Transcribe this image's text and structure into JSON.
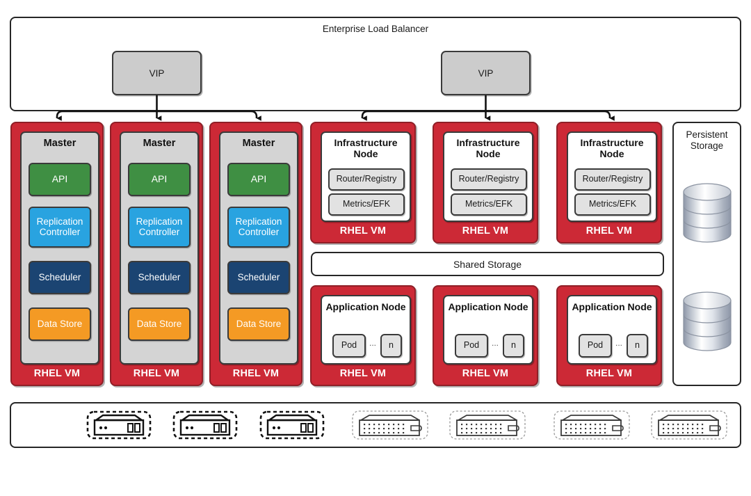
{
  "diagram": {
    "load_balancer": {
      "title": "Enterprise Load Balancer",
      "vips": [
        {
          "label": "VIP"
        },
        {
          "label": "VIP"
        }
      ]
    },
    "vm_label": "RHEL VM",
    "masters": [
      {
        "title": "Master",
        "components": [
          {
            "label": "API",
            "color": "#3f8f43"
          },
          {
            "label": "Replication Controller",
            "color": "#29a3e0"
          },
          {
            "label": "Scheduler",
            "color": "#1b4472"
          },
          {
            "label": "Data Store",
            "color": "#f49a24"
          }
        ],
        "vm_label": "RHEL VM"
      },
      {
        "title": "Master",
        "components": [
          {
            "label": "API",
            "color": "#3f8f43"
          },
          {
            "label": "Replication Controller",
            "color": "#29a3e0"
          },
          {
            "label": "Scheduler",
            "color": "#1b4472"
          },
          {
            "label": "Data Store",
            "color": "#f49a24"
          }
        ],
        "vm_label": "RHEL VM"
      },
      {
        "title": "Master",
        "components": [
          {
            "label": "API",
            "color": "#3f8f43"
          },
          {
            "label": "Replication Controller",
            "color": "#29a3e0"
          },
          {
            "label": "Scheduler",
            "color": "#1b4472"
          },
          {
            "label": "Data Store",
            "color": "#f49a24"
          }
        ],
        "vm_label": "RHEL VM"
      }
    ],
    "infrastructure_nodes": [
      {
        "title": "Infrastructure Node",
        "services": [
          {
            "label": "Router/Registry"
          },
          {
            "label": "Metrics/EFK"
          }
        ],
        "vm_label": "RHEL VM"
      },
      {
        "title": "Infrastructure Node",
        "services": [
          {
            "label": "Router/Registry"
          },
          {
            "label": "Metrics/EFK"
          }
        ],
        "vm_label": "RHEL VM"
      },
      {
        "title": "Infrastructure Node",
        "services": [
          {
            "label": "Router/Registry"
          },
          {
            "label": "Metrics/EFK"
          }
        ],
        "vm_label": "RHEL VM"
      }
    ],
    "shared_storage": {
      "label": "Shared Storage"
    },
    "application_nodes": [
      {
        "title": "Application Node",
        "pod_label": "Pod",
        "ellipsis": "...",
        "n_label": "n",
        "vm_label": "RHEL VM"
      },
      {
        "title": "Application Node",
        "pod_label": "Pod",
        "ellipsis": "...",
        "n_label": "n",
        "vm_label": "RHEL VM"
      },
      {
        "title": "Application Node",
        "pod_label": "Pod",
        "ellipsis": "...",
        "n_label": "n",
        "vm_label": "RHEL VM"
      }
    ],
    "persistent_storage": {
      "title": "Persistent Storage",
      "disks": [
        {
          "icon": "database-cylinder-icon"
        },
        {
          "icon": "database-cylinder-icon"
        }
      ]
    },
    "hardware": {
      "master_servers": [
        {
          "icon": "server-icon"
        },
        {
          "icon": "server-icon"
        },
        {
          "icon": "server-icon"
        }
      ],
      "node_servers": [
        {
          "icon": "server-icon"
        },
        {
          "icon": "server-icon"
        },
        {
          "icon": "server-icon"
        },
        {
          "icon": "server-icon"
        }
      ]
    },
    "colors": {
      "vm_red": "#cc2936",
      "panel_gray": "#d4d4d4",
      "chip_gray": "#e2e2e2",
      "outline": "#262626",
      "api_green": "#3f8f43",
      "replication_blue": "#29a3e0",
      "scheduler_navy": "#1b4472",
      "datastore_orange": "#f49a24"
    }
  }
}
